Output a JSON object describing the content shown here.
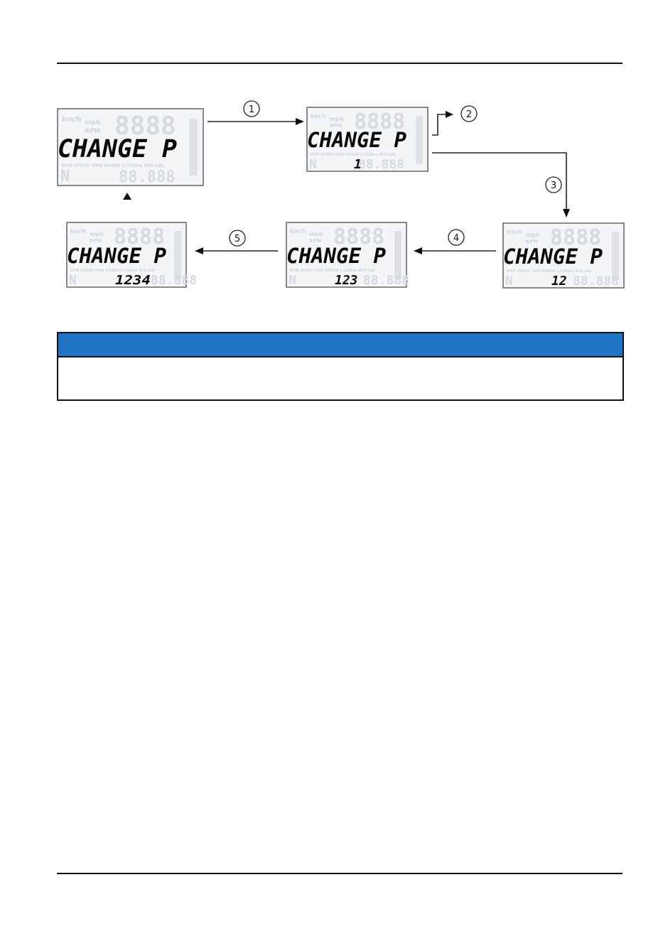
{
  "screens": [
    {
      "id": "initial",
      "main_text": "CHANGE P",
      "code": ""
    },
    {
      "id": "after-step-1",
      "main_text": "CHANGE P",
      "code": "1"
    },
    {
      "id": "after-step-3",
      "main_text": "CHANGE P",
      "code": "12"
    },
    {
      "id": "after-step-4",
      "main_text": "CHANGE P",
      "code": "123"
    },
    {
      "id": "after-step-5",
      "main_text": "CHANGE P",
      "code": "1234"
    }
  ],
  "lcd_ghost": {
    "speed_digits": "8888",
    "unit_kmh": "km/h",
    "unit_mph": "mph",
    "unit_rpm": "RPM",
    "mode_strip": "RPM SPEED TIME RANGE L/100km M/H GAL",
    "odo_digits": "88.888",
    "gear": "N"
  },
  "callouts": [
    "1",
    "2",
    "3",
    "4",
    "5"
  ],
  "colors": {
    "notice_header": "#1f74c6",
    "lcd_background": "#f4f5f7",
    "lcd_ghost_segments": "#d6dae0"
  }
}
